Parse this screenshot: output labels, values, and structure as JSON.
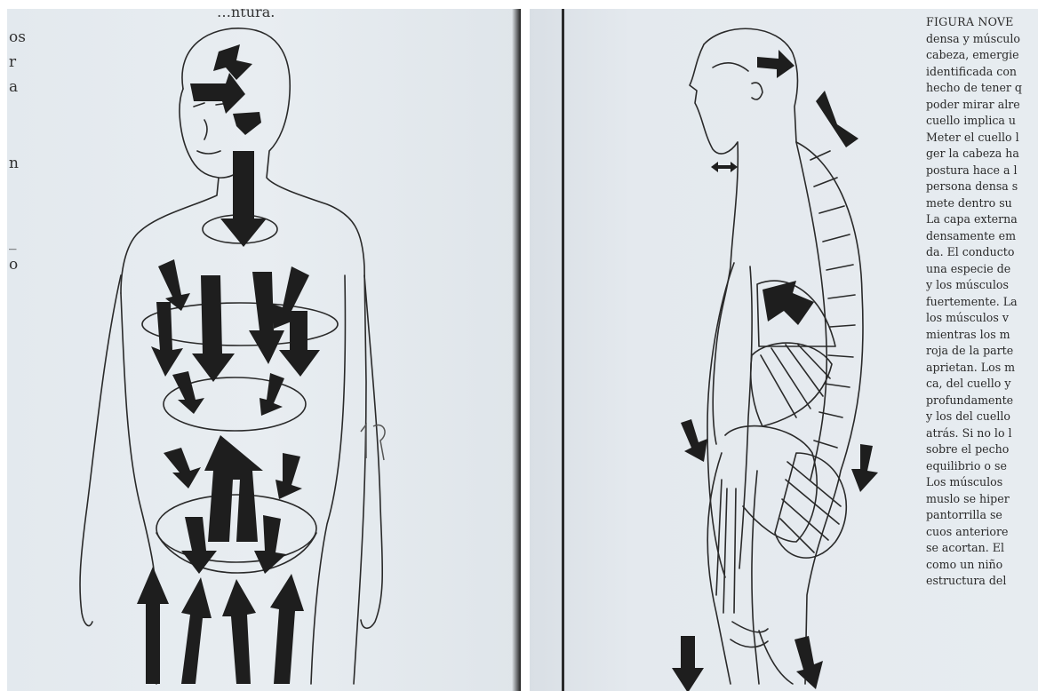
{
  "left_page": {
    "top_fragment": "…ntura.",
    "margin_fragments": [
      "os",
      "r",
      "a",
      "n",
      "_",
      "o"
    ]
  },
  "right_page": {
    "caption_lines": [
      "FIGURA NOVE",
      "densa y músculo",
      "cabeza, emergie",
      "identificada con",
      "hecho de tener q",
      "poder mirar alre",
      "cuello implica u",
      "Meter el cuello l",
      "ger la cabeza ha",
      "postura hace a l",
      "persona densa s",
      "mete dentro su",
      "La capa externa",
      "densamente em",
      "da. El conducto",
      "una especie de",
      "y los músculos",
      "fuertemente. La",
      "los músculos v",
      "mientras los m",
      "roja de la parte",
      "aprietan. Los m",
      "ca, del cuello y",
      "profundamente",
      "y los del cuello",
      "atrás. Si no lo l",
      "sobre el pecho",
      "equilibrio o se",
      "Los músculos",
      "muslo se hiper",
      "pantorrilla se",
      "cuos anteriore",
      "se acortan. El",
      "como un niño",
      "estructura del"
    ]
  },
  "colors": {
    "paper": "#e6ebef",
    "ink": "#1e1e1e",
    "spine": "#1c1c1c"
  }
}
